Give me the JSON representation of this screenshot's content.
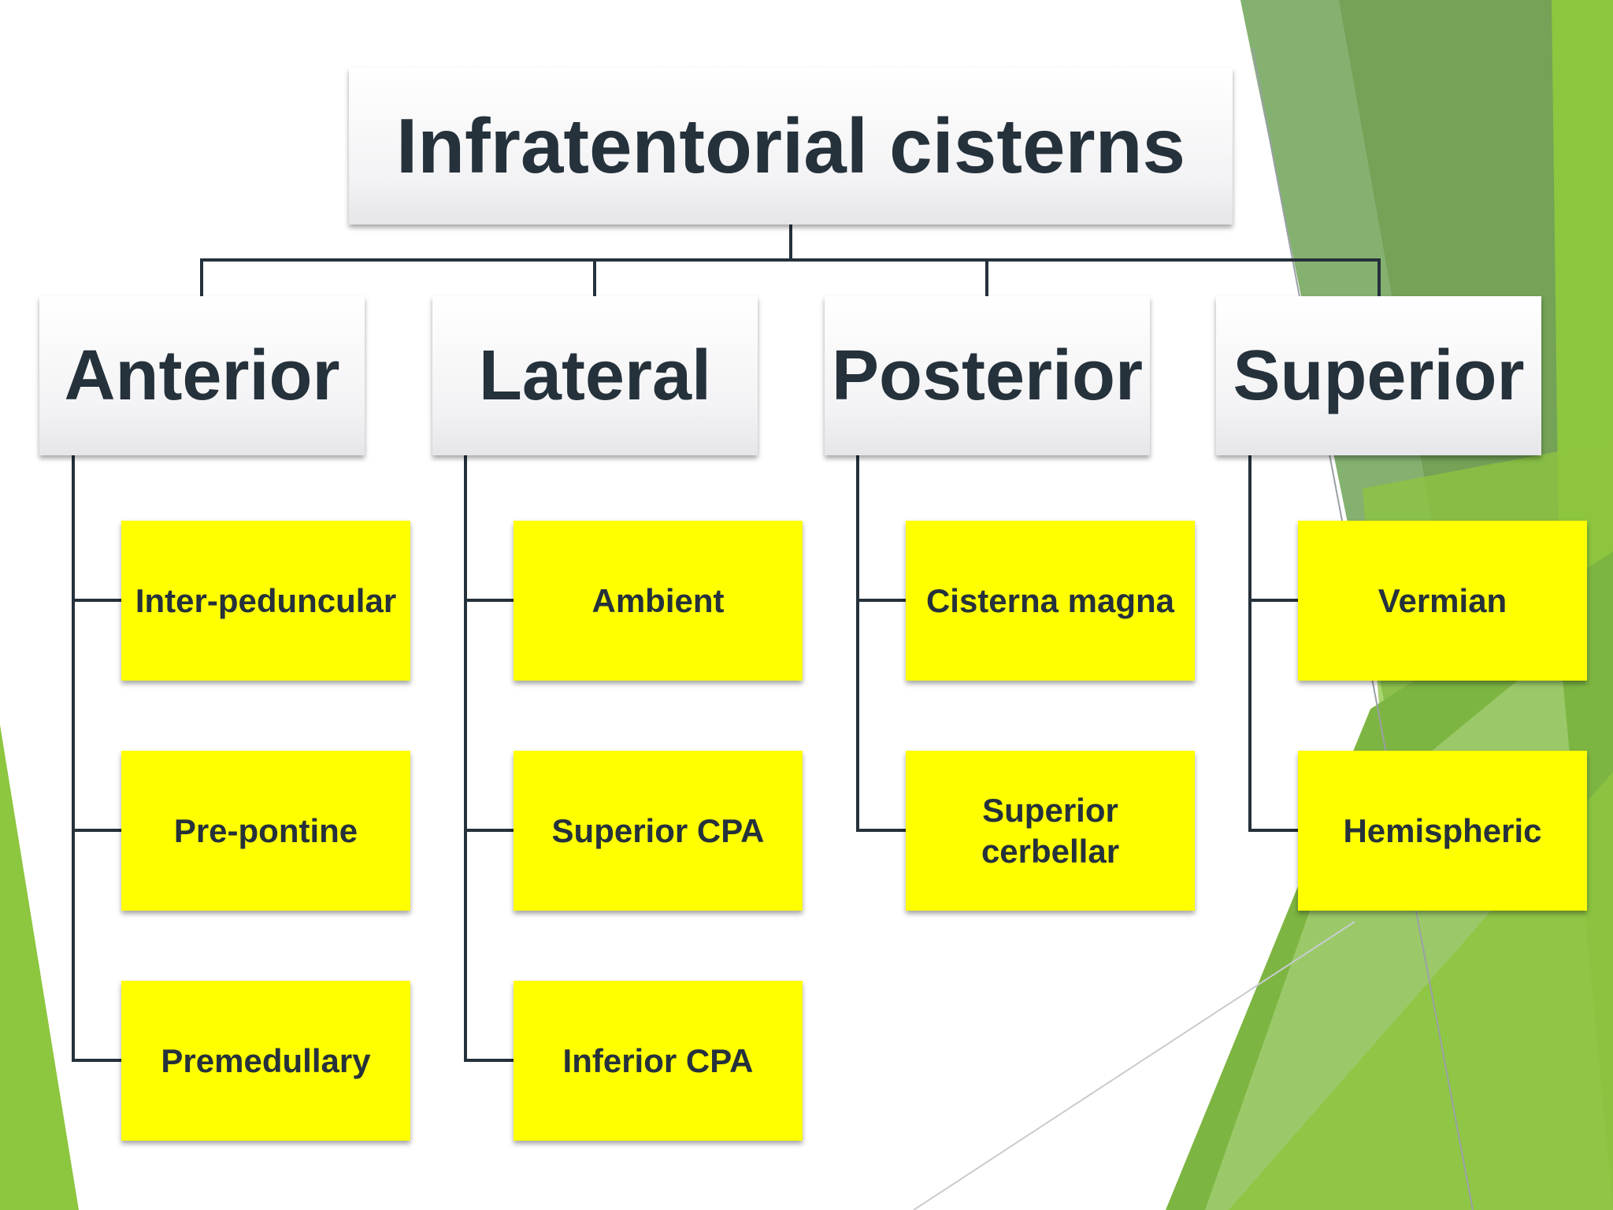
{
  "title": "Infratentorial cisterns",
  "categories": [
    {
      "label": "Anterior",
      "items": [
        "Inter-peduncular",
        "Pre-pontine",
        "Premedullary"
      ]
    },
    {
      "label": "Lateral",
      "items": [
        "Ambient",
        "Superior CPA",
        "Inferior CPA"
      ]
    },
    {
      "label": "Posterior",
      "items": [
        "Cisterna magna",
        "Superior cerbellar"
      ]
    },
    {
      "label": "Superior",
      "items": [
        "Vermian",
        "Hemispheric"
      ]
    }
  ],
  "colors": {
    "leaf_fill": "#ffff00",
    "connector": "#25313b",
    "text": "#25313b",
    "accent_green": "#8dc63f",
    "dark_green": "#6a9a4a"
  }
}
